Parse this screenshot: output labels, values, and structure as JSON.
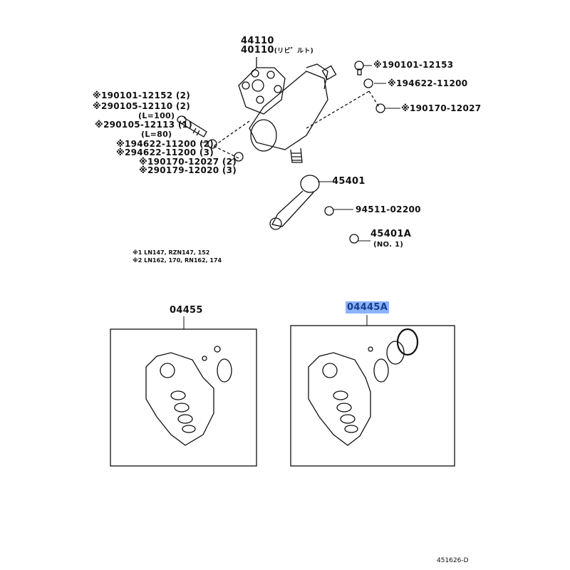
{
  "parts": {
    "gear_box_a": "44110",
    "gear_box_b": "40110",
    "gear_box_b_note": "(リビ゛ルト)",
    "left_labels": [
      "※190101-12152 (2)",
      "※290105-12110 (2)",
      "(L=100)",
      "※290105-12113 (1)",
      "(L=80)",
      "※194622-11200 (2)",
      "※294622-11200 (3)",
      "※190170-12027 (2)",
      "※290179-12020 (3)"
    ],
    "right_labels": [
      "※190101-12153",
      "※194622-11200",
      "※190170-12027"
    ],
    "pitman_arm": "45401",
    "nut": "94511-02200",
    "washer": "45401A",
    "washer_note": "(NO. 1)",
    "kit_left": "04455",
    "kit_right": "04445A"
  },
  "notes": [
    "※1 LN147, RZN147, 152",
    "※2 LN162, 170, RN162, 174"
  ],
  "figure_id": "451626-D",
  "colors": {
    "highlight": "#8ab4f8",
    "highlight_text": "#1a3d8f"
  }
}
